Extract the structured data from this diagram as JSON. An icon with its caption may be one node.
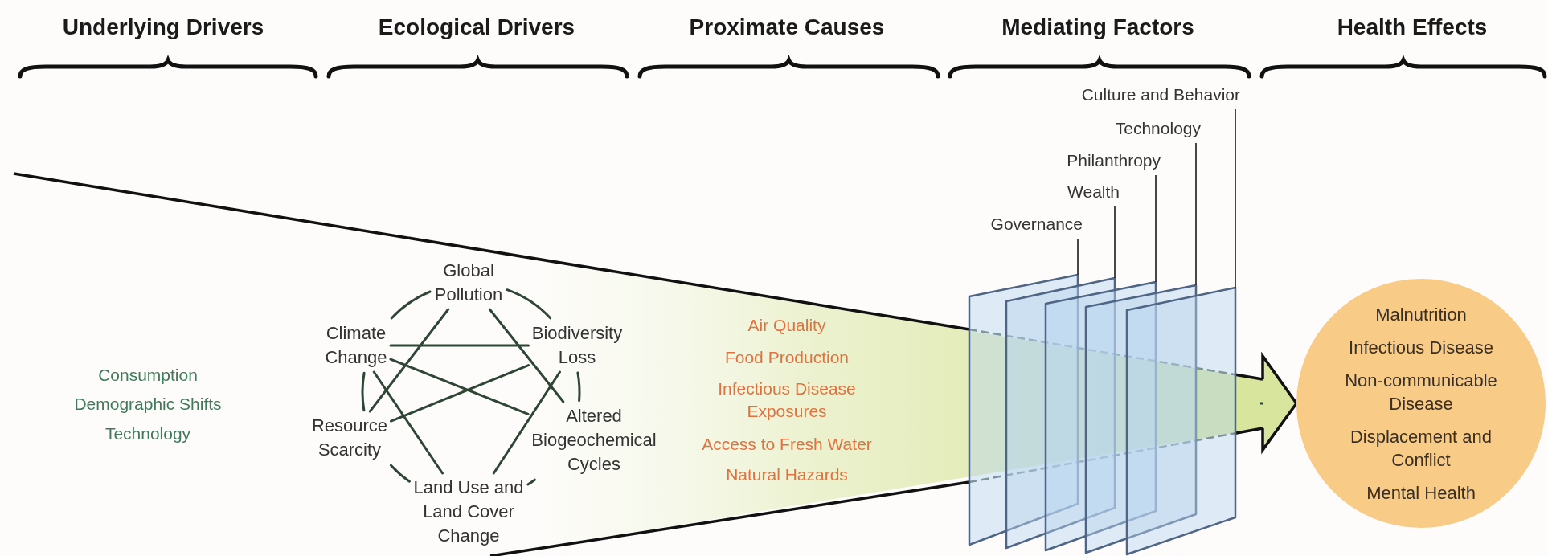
{
  "diagram": {
    "nodes": [
      {
        "text": [
          "Global Pollution"
        ]
      },
      {
        "text": [
          "Climate Change"
        ]
      },
      {
        "text": [
          "Biodiversity Loss"
        ]
      },
      {
        "text": [
          "Resource Scarcity"
        ]
      },
      {
        "text": [
          "Altered Biogeochemical Cycles"
        ]
      },
      {
        "text": [
          "Land Use and Land Cover Change"
        ]
      },
      {
        "text": [
          "Culture and Behavior"
        ]
      },
      {
        "text": [
          "Technology"
        ]
      },
      {
        "text": [
          "Philanthropy"
        ]
      },
      {
        "text": [
          "Wealth"
        ]
      },
      {
        "text": [
          "Governance"
        ]
      },
      {
        "text": [],
        "shape": "box"
      },
      {
        "text": [],
        "shape": "box"
      },
      {
        "text": [],
        "shape": "box"
      },
      {
        "text": [],
        "shape": "box"
      },
      {
        "text": [],
        "shape": "box"
      },
      {
        "text": [
          "Malnutrition",
          "Infectious Disease",
          "Non-communicable Disease",
          "Displacement and Conflict",
          "Mental Health"
        ]
      }
    ],
    "edges": [
      {
        "from": 0,
        "to": 1,
        "arrow": "none"
      },
      {
        "from": 0,
        "to": 2,
        "arrow": "none"
      },
      {
        "from": 1,
        "to": 3,
        "arrow": "none"
      },
      {
        "from": 2,
        "to": 4,
        "arrow": "none"
      },
      {
        "from": 3,
        "to": 5,
        "arrow": "none"
      },
      {
        "from": 4,
        "to": 5,
        "arrow": "none"
      },
      {
        "from": 1,
        "to": 2,
        "arrow": "none"
      },
      {
        "from": 0,
        "to": 3,
        "arrow": "none"
      },
      {
        "from": 0,
        "to": 4,
        "arrow": "none"
      },
      {
        "from": 1,
        "to": 4,
        "arrow": "none"
      },
      {
        "from": 1,
        "to": 5,
        "arrow": "none"
      },
      {
        "from": 2,
        "to": 3,
        "arrow": "none"
      },
      {
        "from": 2,
        "to": 5,
        "arrow": "none"
      },
      {
        "from": 10,
        "to": 11,
        "arrow": "none"
      },
      {
        "from": 9,
        "to": 12,
        "arrow": "none"
      },
      {
        "from": 8,
        "to": 13,
        "arrow": "none"
      },
      {
        "from": 7,
        "to": 14,
        "arrow": "none"
      },
      {
        "from": 6,
        "to": 15,
        "arrow": "none"
      },
      {
        "from": null,
        "to": 16,
        "arrow": "to"
      }
    ],
    "labels": [
      "Underlying Drivers",
      "Ecological Drivers",
      "Proximate Causes",
      "Mediating Factors",
      "Health Effects",
      "Consumption",
      "Demographic Shifts",
      "Technology",
      "Air Quality",
      "Food Production",
      "Infectious Disease Exposures",
      "Access to Fresh Water",
      "Natural Hazards"
    ]
  }
}
